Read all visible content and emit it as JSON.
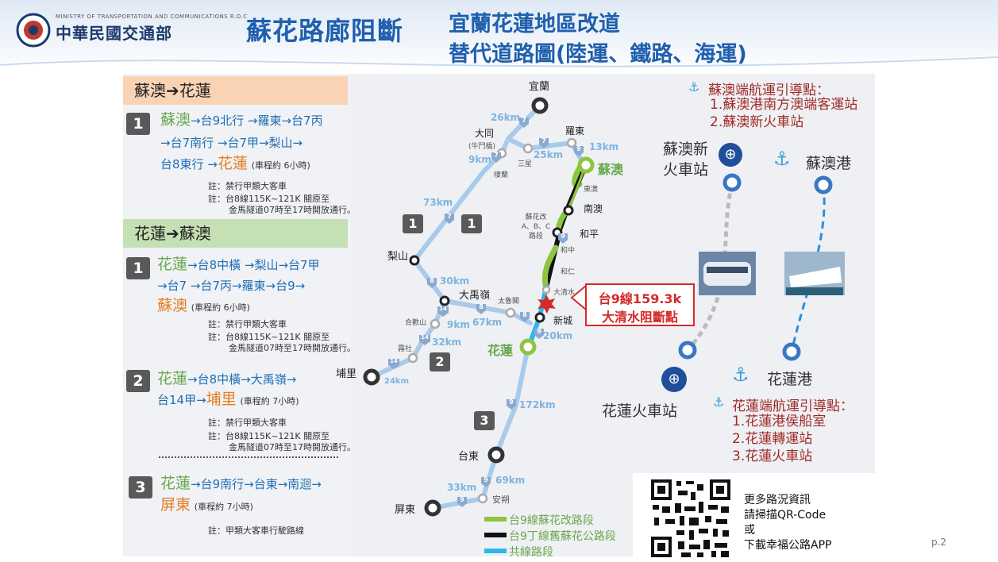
{
  "header": {
    "ministry_en": "MINISTRY OF TRANSPORTATION AND COMMUNICATIONS R.O.C",
    "ministry_zh": "中華民國交通部",
    "title_main": "蘇花路廊阻斷",
    "title_sub1": "宜蘭花蓮地區改道",
    "title_sub2": "替代道路圖(陸運、鐵路、海運)"
  },
  "route_a": {
    "header": "蘇澳➔花蓮",
    "num": "1",
    "origin": "蘇澳",
    "seg1": "→台9北行 →羅東→台7丙",
    "seg2": "→台7南行 →台7甲→梨山→",
    "seg3": "台8東行 →",
    "dest": "花蓮",
    "time": "(車程約 6小時)",
    "note1": "註：禁行甲類大客車",
    "note2": "註：台8線115K~121K 關原至",
    "note3": "金馬隧道07時至17時開放通行。"
  },
  "route_b_header": "花蓮➔蘇澳",
  "route_b1": {
    "num": "1",
    "origin": "花蓮",
    "seg1": "→台8中橫 →梨山→台7甲",
    "seg2": "→台7 →台7丙→羅東→台9→",
    "dest": "蘇澳",
    "time": "(車程約 6小時)",
    "note1": "註：禁行甲類大客車",
    "note2": "註：台8線115K~121K 關原至",
    "note3": "金馬隧道07時至17時開放通行。"
  },
  "route_b2": {
    "num": "2",
    "origin": "花蓮",
    "seg1": "→台8中橫→大禹嶺→",
    "seg2": "台14甲→",
    "dest": "埔里",
    "time": "(車程約 7小時)",
    "note1": "註：禁行甲類大客車",
    "note2": "註：台8線115K~121K 關原至",
    "note3": "金馬隧道07時至17時開放通行。"
  },
  "route_b3": {
    "num": "3",
    "origin": "花蓮",
    "seg1": "→台9南行→台東→南迴→",
    "dest": "屏東",
    "time": "(車程約 7小時)",
    "note1": "註：甲類大客車行駛路線"
  },
  "map": {
    "stations": {
      "yilan": "宜蘭",
      "datong": "大同",
      "datong_sub": "(牛鬥橋)",
      "luodong": "羅東",
      "suao": "蘇澳",
      "nanao": "南澳",
      "heping": "和平",
      "lishan": "梨山",
      "dayuling": "大禹嶺",
      "xincheng": "新城",
      "hualien": "花蓮",
      "puli": "埔里",
      "taitung": "台東",
      "pingtung": "屏東",
      "dongao": "東澳",
      "hezhong": "和中",
      "heren": "和仁",
      "daqingshui": "大清水",
      "taroko": "太魯閣",
      "hehuan": "合歡山",
      "wushe": "霧社",
      "sanxing": "三星",
      "lanan": "棲蘭",
      "anshuo": "安朔",
      "suhua_label": "蘇花改 A、B、C 路段"
    },
    "km": {
      "k26": "26km",
      "k9a": "9km",
      "k25": "25km",
      "k13": "13km",
      "k73": "73km",
      "k30": "30km",
      "k67": "67km",
      "k9b": "9km",
      "k32": "32km",
      "k20": "20km",
      "k24": "24km",
      "k172": "172km",
      "k69": "69km",
      "k33": "33km"
    },
    "shields": {
      "r7": "7",
      "r9": "9",
      "r8": "8",
      "r14": "14"
    },
    "route_labels": {
      "l1a": "1",
      "l1b": "1",
      "l2": "2",
      "l3": "3"
    },
    "block_line1": "台9線159.3k",
    "block_line2": "大清水阻斷點",
    "legend": [
      "台9線蘇花改路段",
      "台9丁線舊蘇花公路段",
      "共線路段"
    ]
  },
  "rail": {
    "suao_nav_title": "蘇澳端航運引導點：",
    "suao_nav": [
      "1.蘇澳港南方澳端客運站",
      "2.蘇澳新火車站"
    ],
    "suao_station_l1": "蘇澳新",
    "suao_station_l2": "火車站",
    "suao_port": "蘇澳港",
    "hualien_station": "花蓮火車站",
    "hualien_port": "花蓮港",
    "hualien_nav_title": "花蓮端航運引導點：",
    "hualien_nav": [
      "1.花蓮港侯船室",
      "2.花蓮轉運站",
      "3.花蓮火車站"
    ]
  },
  "qr": {
    "line1": "更多路況資訊",
    "line2": "請掃描QR-Code",
    "line3": "或",
    "line4": "下載幸福公路APP"
  },
  "page_num": "p.2",
  "colors": {
    "title": "#1f5fae",
    "green": "#8cc63f",
    "black": "#111111",
    "cyan": "#2eb6e8",
    "rail": "#3a76c4",
    "red": "#d42a2a"
  }
}
